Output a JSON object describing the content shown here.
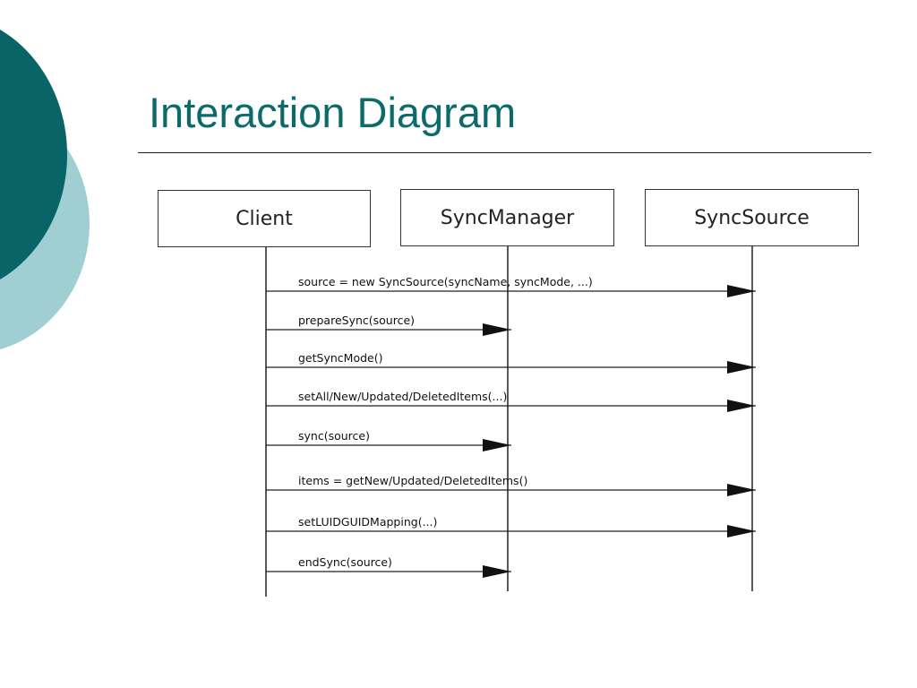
{
  "slide": {
    "title": "Interaction Diagram",
    "colors": {
      "title": "#0b6a6a",
      "deco_dark": "#086466",
      "deco_light": "#9fcfd2"
    }
  },
  "diagram": {
    "type": "sequence",
    "lifelines": [
      {
        "id": "client",
        "label": "Client"
      },
      {
        "id": "syncmanager",
        "label": "SyncManager"
      },
      {
        "id": "syncsource",
        "label": "SyncSource"
      }
    ],
    "messages": [
      {
        "label": "source = new  SyncSource(syncName, syncMode, ...)",
        "from": "client",
        "to": "syncsource"
      },
      {
        "label": "prepareSync(source)",
        "from": "client",
        "to": "syncmanager"
      },
      {
        "label": "getSyncMode()",
        "from": "client",
        "to": "syncsource"
      },
      {
        "label": "setAll/New/Updated/DeletedItems(...)",
        "from": "client",
        "to": "syncsource"
      },
      {
        "label": "sync(source)",
        "from": "client",
        "to": "syncmanager"
      },
      {
        "label": "items = getNew/Updated/DeletedItems()",
        "from": "client",
        "to": "syncsource"
      },
      {
        "label": "setLUIDGUIDMapping(...)",
        "from": "client",
        "to": "syncsource"
      },
      {
        "label": "endSync(source)",
        "from": "client",
        "to": "syncmanager"
      }
    ]
  }
}
